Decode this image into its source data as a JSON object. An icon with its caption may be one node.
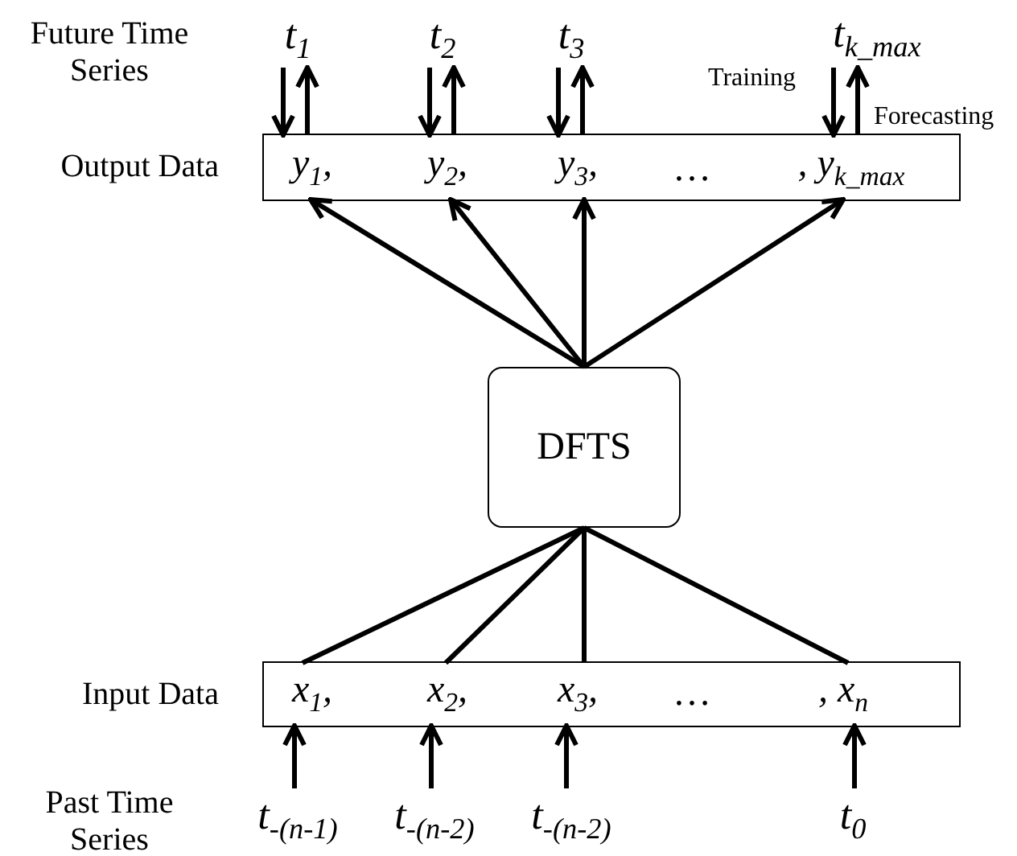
{
  "diagram": {
    "nodes": [
      {
        "text": [
          "Output Data"
        ]
      },
      {
        "text": [
          "y$_{1}$,"
        ],
        "in": 0
      },
      {
        "text": [
          "y$_{2}$,"
        ],
        "in": 0
      },
      {
        "text": [
          "y$_{3}$,"
        ],
        "in": 0
      },
      {
        "text": [
          ", y$_{k_max}$"
        ],
        "in": 0
      },
      {
        "text": [
          "DFTS"
        ]
      },
      {
        "text": [
          "Input Data"
        ]
      },
      {
        "text": [
          "x$_{1}$,"
        ],
        "in": 6
      },
      {
        "text": [
          "x$_{2}$,"
        ],
        "in": 6
      },
      {
        "text": [
          "x$_{3}$,"
        ],
        "in": 6
      },
      {
        "text": [
          ", x$_{n}$"
        ],
        "in": 6
      },
      {
        "text": [
          "t$_{1}$"
        ]
      },
      {
        "text": [
          "t$_{2}$"
        ]
      },
      {
        "text": [
          "t$_{3}$"
        ]
      },
      {
        "text": [
          "t$_{k_max}$"
        ]
      },
      {
        "text": [
          "t$_{-(n-1)}$"
        ]
      },
      {
        "text": [
          "t$_{-(n-2)}$"
        ]
      },
      {
        "text": [
          "t$_{-(n-2)}$"
        ]
      },
      {
        "text": [
          "t$_{0}$"
        ]
      }
    ],
    "edges": [
      {
        "from": 11,
        "to": 1,
        "arrow": "to"
      },
      {
        "from": 1,
        "to": 11,
        "arrow": "to"
      },
      {
        "from": 12,
        "to": 2,
        "arrow": "to"
      },
      {
        "from": 2,
        "to": 12,
        "arrow": "to"
      },
      {
        "from": 13,
        "to": 3,
        "arrow": "to"
      },
      {
        "from": 3,
        "to": 13,
        "arrow": "to"
      },
      {
        "from": 14,
        "to": 4,
        "arrow": "to",
        "label": "Training"
      },
      {
        "from": 4,
        "to": 14,
        "arrow": "to",
        "label": "Forecasting"
      },
      {
        "from": 5,
        "to": 1,
        "arrow": "to"
      },
      {
        "from": 5,
        "to": 2,
        "arrow": "to"
      },
      {
        "from": 5,
        "to": 3,
        "arrow": "to"
      },
      {
        "from": 5,
        "to": 4,
        "arrow": "to"
      },
      {
        "from": 7,
        "to": 5,
        "arrow": "none"
      },
      {
        "from": 8,
        "to": 5,
        "arrow": "none"
      },
      {
        "from": 9,
        "to": 5,
        "arrow": "none"
      },
      {
        "from": 10,
        "to": 5,
        "arrow": "none"
      },
      {
        "from": 15,
        "to": 7,
        "arrow": "to"
      },
      {
        "from": 16,
        "to": 8,
        "arrow": "to"
      },
      {
        "from": 17,
        "to": 9,
        "arrow": "to"
      },
      {
        "from": 18,
        "to": 10,
        "arrow": "to"
      }
    ],
    "labels": [
      "Future Time Series",
      "…",
      "…",
      "Past Time Series"
    ]
  }
}
